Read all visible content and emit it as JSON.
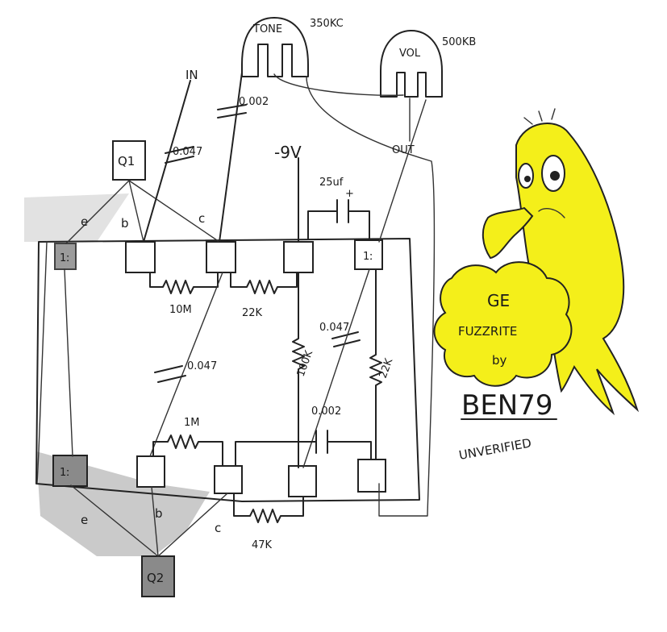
{
  "pots": {
    "tone": {
      "label": "TONE",
      "value": "350KC"
    },
    "vol": {
      "label": "VOL",
      "value": "500KB"
    }
  },
  "io": {
    "input": "IN",
    "output": "OUT",
    "supply": "-9V"
  },
  "transistors": {
    "q1": {
      "label": "Q1",
      "emitter": "e",
      "base": "b",
      "collector": "c"
    },
    "q2": {
      "label": "Q2",
      "emitter": "e",
      "base": "b",
      "collector": "c"
    }
  },
  "components": {
    "c_in": "0.047",
    "c_tone": "0.002",
    "c_electro": "25uf",
    "c_electro_plus": "+",
    "r_10m": "10M",
    "r_22k_top": "22K",
    "c_047_mid": "0.047",
    "c_047_right": "0.047",
    "r_100k": "100K",
    "r_22k_right": "22K",
    "r_1m": "1M",
    "c_002_bottom": "0.002",
    "r_47k": "47K"
  },
  "grounds": {
    "g1": "1ː",
    "g2": "1ː",
    "g3": "1ː"
  },
  "mascot": {
    "line1": "GE",
    "line2": "FUZZRITE",
    "line3": "by",
    "author": "BEN79",
    "status": "UNVERIFIED"
  },
  "colors": {
    "mascot_yellow": "#f4ef1a",
    "ink": "#1a1a1a",
    "shade": "#8a8a8a"
  }
}
